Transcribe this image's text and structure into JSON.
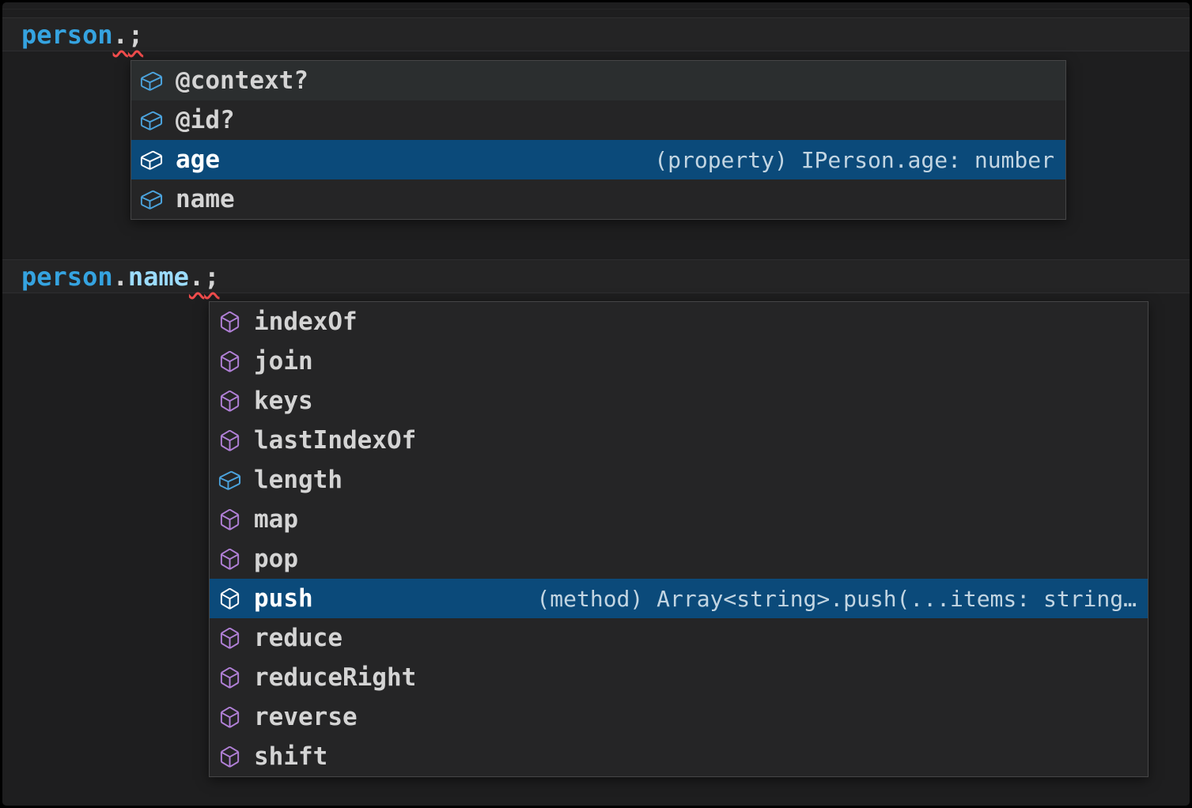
{
  "app": "code-editor-intellisense",
  "theme": {
    "colors": {
      "frame": "#000000",
      "editor-bg": "#1e1e1f",
      "line-band-bg": "#242425",
      "hairline": "#2e2e30",
      "popup-bg": "#252526",
      "popup-border": "#464647",
      "row-hover-bg": "#2b2e2f",
      "row-selected-bg": "#0b4a7a",
      "label": "#d4d4d4",
      "label-selected": "#ffffff",
      "detail": "#c2d5e2",
      "icon-field": "#4ba3dd",
      "icon-method": "#b180d7",
      "icon-selected": "#ffffff",
      "code-variable": "#35a3e0",
      "code-property": "#9cdcfe",
      "code-punctuation": "#d4d4d4",
      "squiggle": "#f14c4c"
    }
  },
  "editor": {
    "snippets": [
      {
        "code": [
          {
            "text": "person",
            "style": "variable"
          },
          {
            "text": ".",
            "style": "punctuation",
            "squiggle": true
          },
          {
            "text": ";",
            "style": "punctuation",
            "squiggle": true
          }
        ],
        "suggest": {
          "items": [
            {
              "label": "@context?",
              "kind": "field",
              "icon": "symbol-field-icon",
              "state": "hover",
              "detail": ""
            },
            {
              "label": "@id?",
              "kind": "field",
              "icon": "symbol-field-icon",
              "state": "normal",
              "detail": ""
            },
            {
              "label": "age",
              "kind": "field",
              "icon": "symbol-field-icon",
              "state": "selected",
              "detail": "(property) IPerson.age: number"
            },
            {
              "label": "name",
              "kind": "field",
              "icon": "symbol-field-icon",
              "state": "normal",
              "detail": ""
            }
          ]
        }
      },
      {
        "code": [
          {
            "text": "person",
            "style": "variable"
          },
          {
            "text": ".",
            "style": "punctuation"
          },
          {
            "text": "name",
            "style": "property"
          },
          {
            "text": ".",
            "style": "punctuation",
            "squiggle": true
          },
          {
            "text": ";",
            "style": "punctuation",
            "squiggle": true
          }
        ],
        "suggest": {
          "items": [
            {
              "label": "indexOf",
              "kind": "method",
              "icon": "symbol-method-icon",
              "state": "normal",
              "detail": ""
            },
            {
              "label": "join",
              "kind": "method",
              "icon": "symbol-method-icon",
              "state": "normal",
              "detail": ""
            },
            {
              "label": "keys",
              "kind": "method",
              "icon": "symbol-method-icon",
              "state": "normal",
              "detail": ""
            },
            {
              "label": "lastIndexOf",
              "kind": "method",
              "icon": "symbol-method-icon",
              "state": "normal",
              "detail": ""
            },
            {
              "label": "length",
              "kind": "field",
              "icon": "symbol-field-icon",
              "state": "normal",
              "detail": ""
            },
            {
              "label": "map",
              "kind": "method",
              "icon": "symbol-method-icon",
              "state": "normal",
              "detail": ""
            },
            {
              "label": "pop",
              "kind": "method",
              "icon": "symbol-method-icon",
              "state": "normal",
              "detail": ""
            },
            {
              "label": "push",
              "kind": "method",
              "icon": "symbol-method-icon",
              "state": "selected",
              "detail": "(method) Array<string>.push(...items: string…"
            },
            {
              "label": "reduce",
              "kind": "method",
              "icon": "symbol-method-icon",
              "state": "normal",
              "detail": ""
            },
            {
              "label": "reduceRight",
              "kind": "method",
              "icon": "symbol-method-icon",
              "state": "normal",
              "detail": ""
            },
            {
              "label": "reverse",
              "kind": "method",
              "icon": "symbol-method-icon",
              "state": "normal",
              "detail": ""
            },
            {
              "label": "shift",
              "kind": "method",
              "icon": "symbol-method-icon",
              "state": "normal",
              "detail": ""
            }
          ]
        }
      }
    ]
  }
}
